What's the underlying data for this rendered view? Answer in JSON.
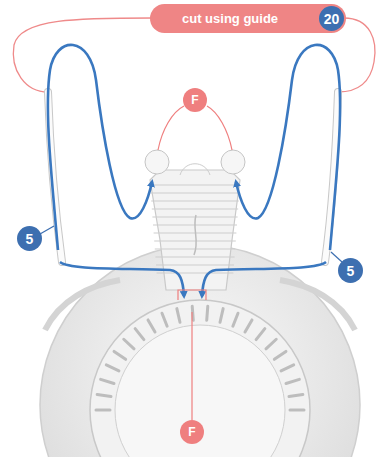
{
  "diagram": {
    "nodes": [
      {
        "text": [
          "cut using guide"
        ]
      },
      {
        "text": [
          "20"
        ],
        "in": 0
      },
      {
        "text": [
          "F"
        ]
      },
      {
        "text": [
          "5"
        ]
      },
      {
        "text": [
          "5"
        ]
      },
      {
        "text": [
          "F"
        ]
      }
    ]
  }
}
